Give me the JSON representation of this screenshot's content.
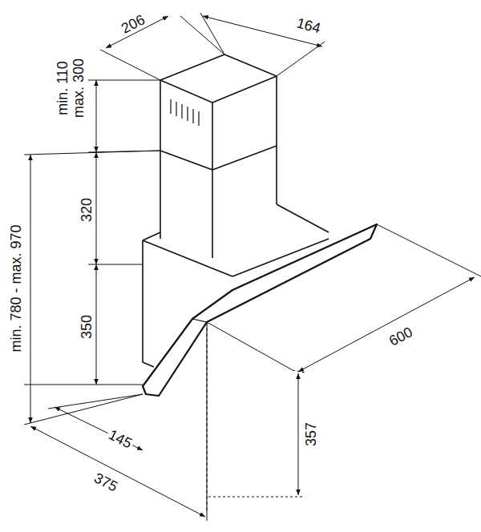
{
  "diagram": {
    "labels": [
      "206",
      "164",
      "min. 110",
      "max. 300",
      "320",
      "min. 780 - max. 970",
      "350",
      "600",
      "145",
      "357",
      "375"
    ]
  }
}
